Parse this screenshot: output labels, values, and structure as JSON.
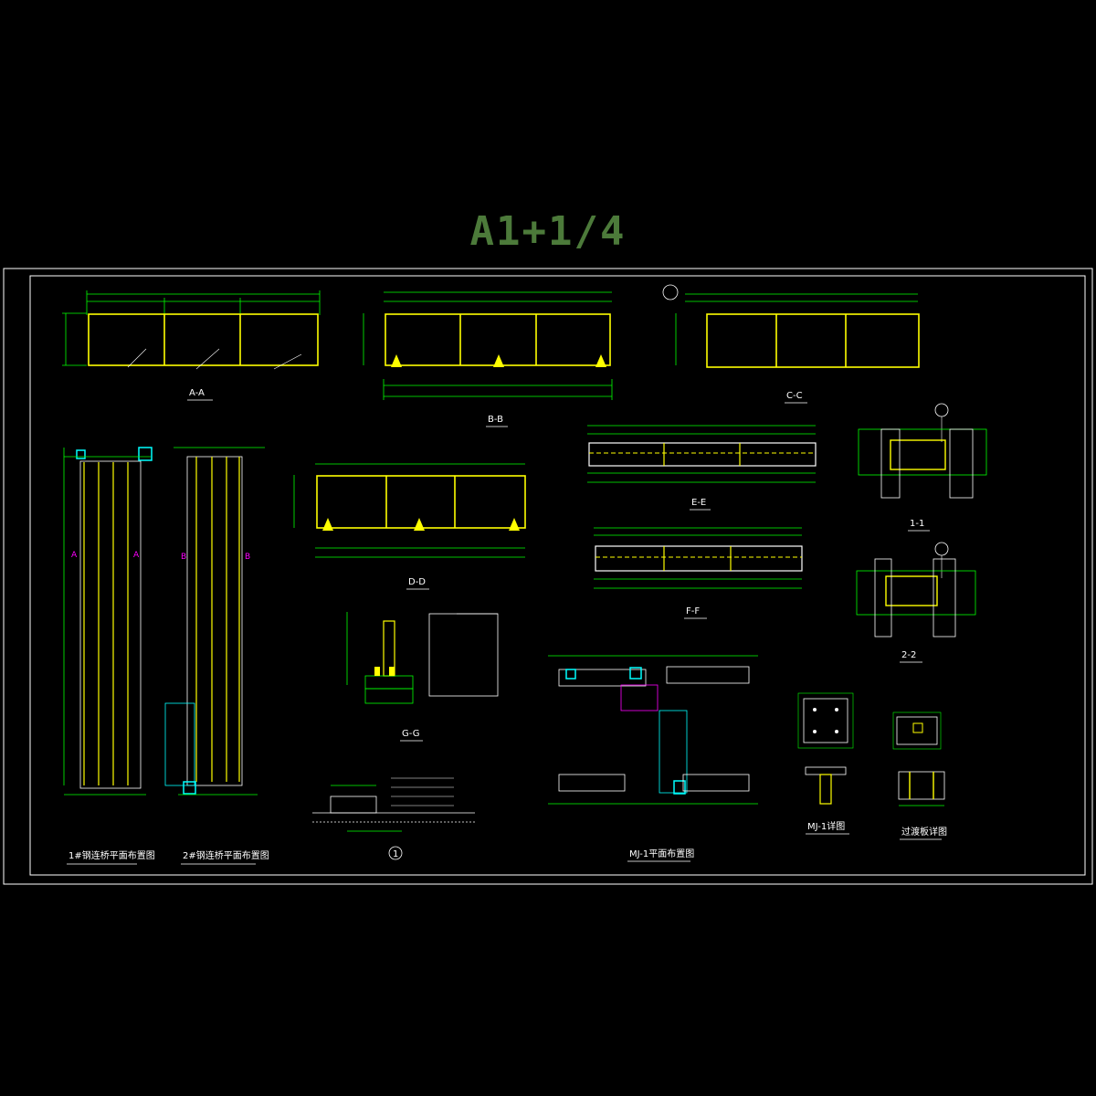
{
  "sheet": {
    "title": "A1+1/4",
    "colors": {
      "title": "#4c7a3a",
      "dimension": "#00ff00",
      "member": "#ffff00",
      "annotation": "#ffffff",
      "highlight": "#ff00ff",
      "detail": "#00ffff",
      "frame": "#ffffff"
    }
  },
  "views": {
    "aa": "A-A",
    "bb": "B-B",
    "cc": "C-C",
    "dd": "D-D",
    "ee": "E-E",
    "ff": "F-F",
    "gg": "G-G",
    "s11": "1-1",
    "s22": "2-2",
    "plan1": "1#钢连桥平面布置图",
    "plan2": "2#钢连桥平面布置图",
    "mj1_plan": "MJ-1平面布置图",
    "mj1_detail": "MJ-1详图",
    "transition": "过渡板详图",
    "detail_marker": "1"
  }
}
